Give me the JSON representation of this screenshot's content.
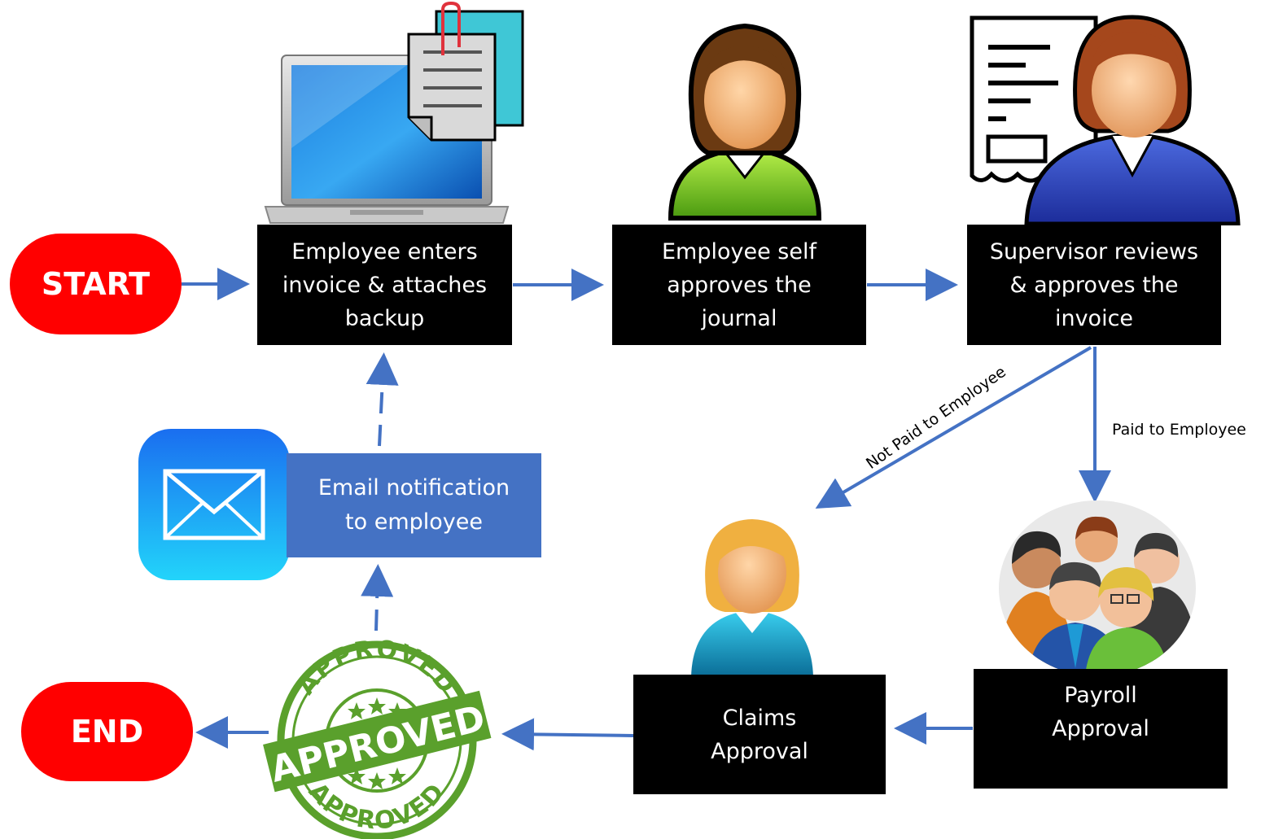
{
  "start": {
    "label": "START"
  },
  "end": {
    "label": "END"
  },
  "steps": {
    "employee_enters": [
      "Employee enters",
      "invoice & attaches",
      "backup"
    ],
    "self_approves": [
      "Employee self",
      "approves the",
      "journal"
    ],
    "supervisor": [
      "Supervisor reviews",
      "& approves the",
      "invoice"
    ],
    "claims": [
      "Claims",
      "Approval"
    ],
    "payroll": [
      "Payroll",
      "Approval"
    ]
  },
  "email": {
    "lines": [
      "Email notification",
      "to employee"
    ]
  },
  "edge_labels": {
    "not_paid": "Not Paid to Employee",
    "paid": "Paid to Employee"
  },
  "stamp": {
    "top_text": "APPROVED",
    "band_text": "APPROVED",
    "bottom_text": "APPROVED"
  },
  "colors": {
    "terminal": "#ff0000",
    "step_box": "#000000",
    "email_box": "#4472c4",
    "arrow": "#4472c4",
    "stamp": "#5aa02c"
  },
  "icons": [
    "laptop-icon",
    "documents-icon",
    "employee-woman-icon",
    "supervisor-icon",
    "receipt-icon",
    "claims-woman-icon",
    "group-people-icon",
    "mail-app-icon",
    "approved-stamp-icon"
  ]
}
